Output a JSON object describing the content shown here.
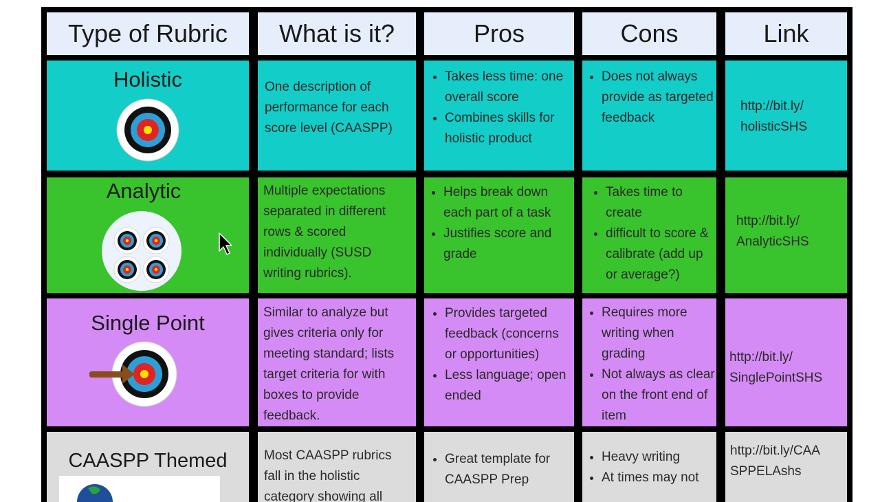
{
  "headers": [
    "Type of Rubric",
    "What is it?",
    "Pros",
    "Cons",
    "Link"
  ],
  "rows": [
    {
      "type": "Holistic",
      "icon": "single-target-icon",
      "what": "One description of performance for each score level (CAASPP)",
      "pros": [
        "Takes less time: one overall score",
        "Combines skills for holistic product"
      ],
      "cons": [
        "Does not always provide as targeted feedback"
      ],
      "link_lines": [
        "http://bit.ly/",
        "holisticSHS"
      ]
    },
    {
      "type": "Analytic",
      "icon": "four-targets-icon",
      "what": "Multiple expectations separated in different rows & scored individually (SUSD writing rubrics).",
      "pros": [
        "Helps break down each part of a task",
        "Justifies score and grade"
      ],
      "cons": [
        "Takes time to create",
        "difficult to score & calibrate (add up or average?)"
      ],
      "link_lines": [
        "http://bit.ly/",
        "AnalyticSHS"
      ]
    },
    {
      "type": "Single Point",
      "icon": "target-arrow-icon",
      "what": "Similar to analyze but gives criteria only for meeting standard; lists target criteria for with boxes to provide feedback.",
      "pros": [
        "Provides targeted feedback (concerns or opportunities)",
        "Less language; open ended"
      ],
      "cons": [
        "Requires more writing when grading",
        "Not always as clear on the front end of item"
      ],
      "link_lines": [
        "http://bit.ly/",
        "SinglePointSHS"
      ]
    },
    {
      "type": "CAASPP Themed",
      "icon": "globe-thumbnail-icon",
      "what": "Most CAASPP rubrics fall in the holistic category showing all",
      "pros": [
        "Great template for CAASPP Prep"
      ],
      "cons": [
        "Heavy writing",
        "At times may not"
      ],
      "link_lines": [
        "http://bit.ly/CAA",
        "SPPELAshs"
      ]
    }
  ],
  "colors": {
    "header": "#e6eefb",
    "holistic": "#13cdc8",
    "analytic": "#39c32c",
    "single_point": "#d58bf5",
    "caaspp": "#dcdcdc",
    "border": "#000000"
  }
}
